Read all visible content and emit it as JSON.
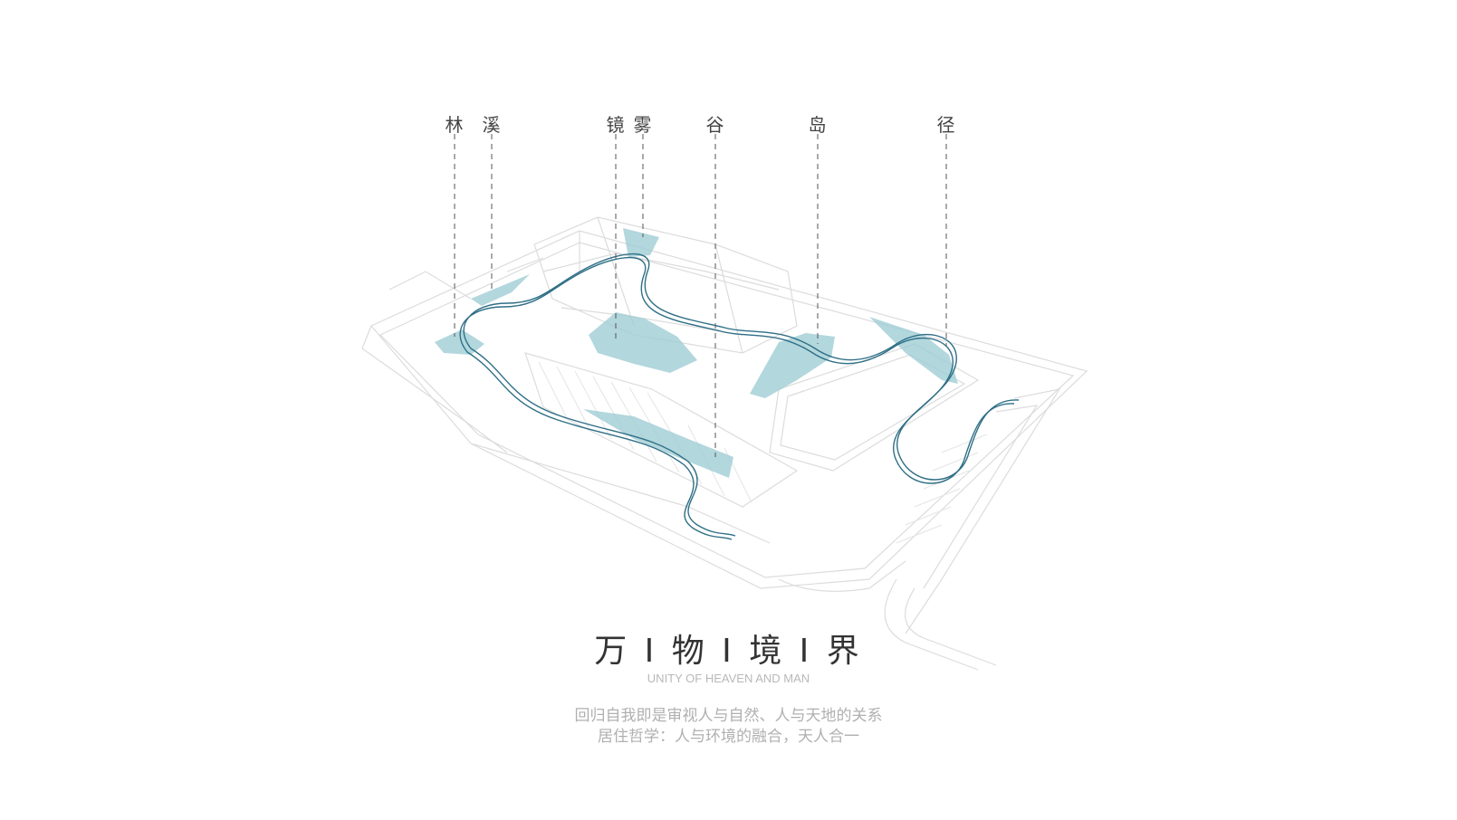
{
  "labels": {
    "lin": "林",
    "xi": "溪",
    "jing_mirror": "镜",
    "wu": "雾",
    "gu": "谷",
    "dao": "岛",
    "jing_path": "径"
  },
  "title": "万 I 物 I 境 I 界",
  "subtitle": "UNITY OF HEAVEN AND MAN",
  "description": {
    "line1": "回归自我即是审视人与自然、人与天地的关系",
    "line2": "居住哲学：人与环境的融合，天人合一"
  },
  "colors": {
    "water": "#9fcdd4",
    "ribbon": "#2f6f86",
    "line": "#d9d9d9",
    "leader": "#555555"
  },
  "icons": {
    "building": "axonometric-building-drawing",
    "ribbon": "winding-path-ribbon"
  }
}
